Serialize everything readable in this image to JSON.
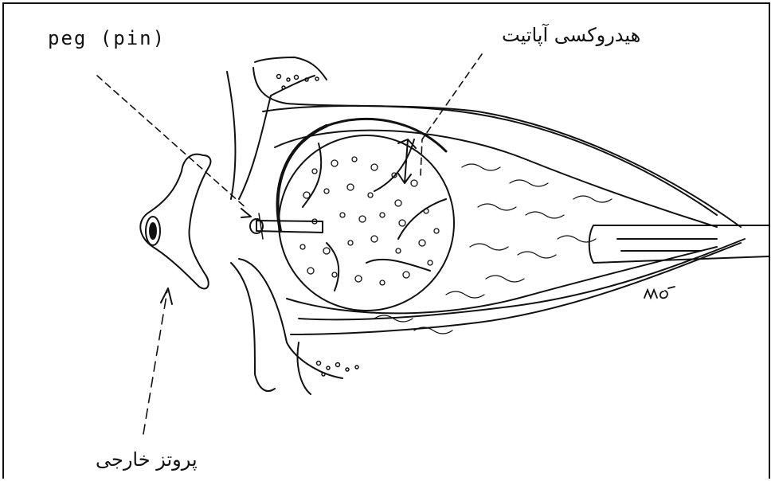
{
  "labels": {
    "peg": "peg (pin)",
    "hydroxyapatite": "هیدروکسی آپاتیت",
    "external_prosthesis": "پروتز خارجی"
  },
  "signature": "mo",
  "colors": {
    "ink": "#111111",
    "background": "#ffffff"
  }
}
